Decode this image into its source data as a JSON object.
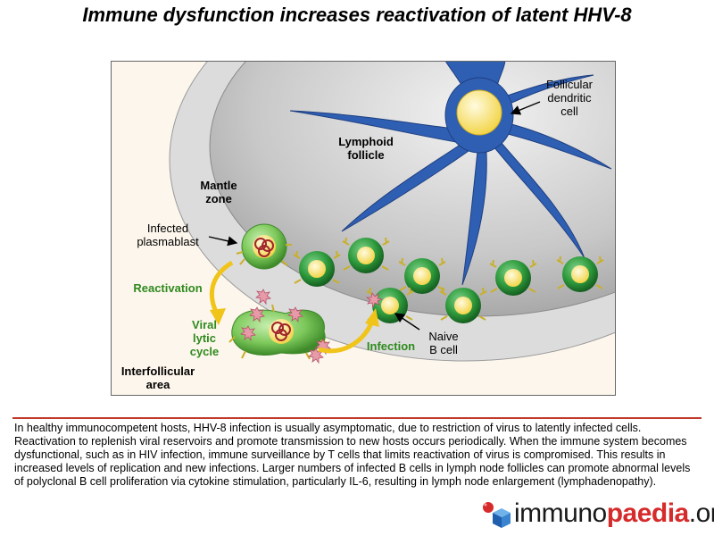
{
  "title": "Immune dysfunction increases reactivation of latent HHV-8",
  "labels": {
    "fdc": [
      "Follicular",
      "dendritic",
      "cell"
    ],
    "follicle": [
      "Lymphoid",
      "follicle"
    ],
    "mantle": [
      "Mantle",
      "zone"
    ],
    "plasmablast": [
      "Infected",
      "plasmablast"
    ],
    "reactivation": "Reactivation",
    "lytic": [
      "Viral",
      "lytic",
      "cycle"
    ],
    "infection": "Infection",
    "naive": [
      "Naive",
      "B cell"
    ],
    "interfollicular": [
      "Interfollicular",
      "area"
    ]
  },
  "caption": "In healthy immunocompetent hosts, HHV-8 infection is usually asymptomatic, due to restriction of virus to latently infected cells. Reactivation to replenish viral reservoirs and promote transmission to new hosts occurs periodically. When the immune system becomes dysfunctional, such as in HIV infection, immune surveillance by T cells that limits reactivation of virus is compromised. This results in increased levels of replication and new infections. Larger numbers of infected B cells in lymph node follicles can promote abnormal levels of polyclonal B cell proliferation via cytokine stimulation, particularly IL-6, resulting in lymph node enlargement (lymphadenopathy).",
  "logo": {
    "part1": "immuno",
    "part2": "paedia",
    "part3": ".org"
  },
  "colors": {
    "title_rule": "#c0392b",
    "cell_green": "#2e9a3c",
    "fdc_blue": "#2f5fb3",
    "label_green": "#2f8a1e"
  }
}
